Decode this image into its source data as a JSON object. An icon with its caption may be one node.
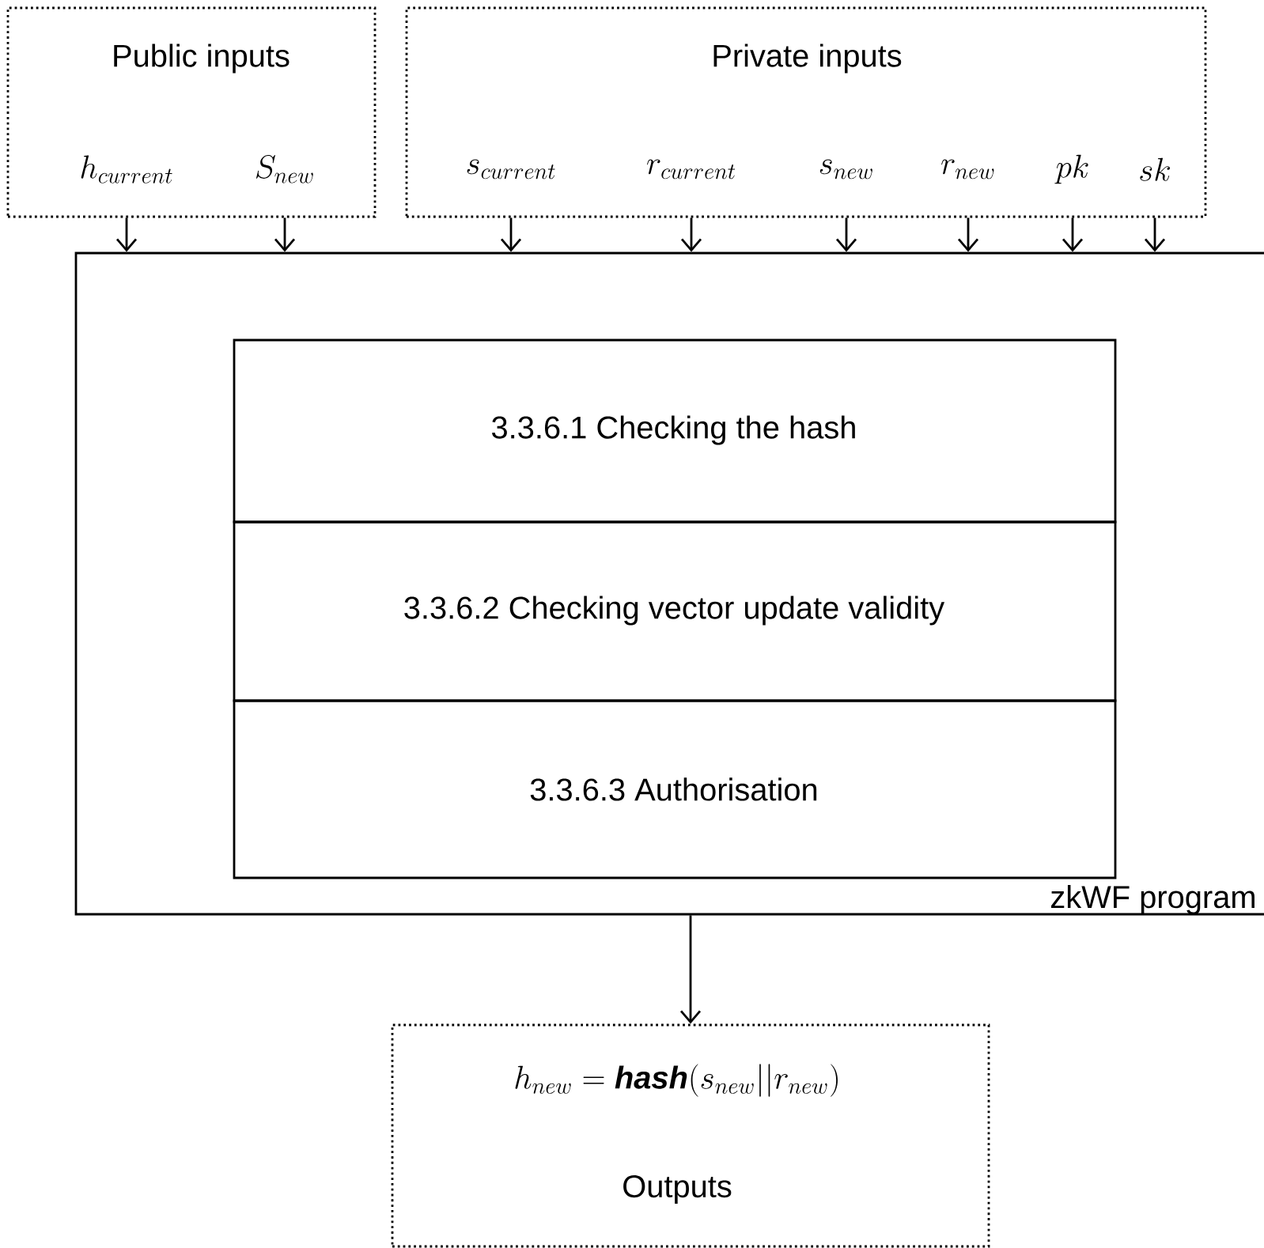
{
  "diagram": {
    "nodes": [
      {
        "text": [
          "Public inputs"
        ]
      },
      {
        "text": [
          "h_{current}"
        ],
        "in": 0
      },
      {
        "text": [
          "S_{new}"
        ],
        "in": 0
      },
      {
        "text": [
          "Private inputs"
        ]
      },
      {
        "text": [
          "s_{current}"
        ],
        "in": 3
      },
      {
        "text": [
          "r_{current}"
        ],
        "in": 3
      },
      {
        "text": [
          "s_{new}"
        ],
        "in": 3
      },
      {
        "text": [
          "r_{new}"
        ],
        "in": 3
      },
      {
        "text": [
          "pk"
        ],
        "in": 3
      },
      {
        "text": [
          "sk"
        ],
        "in": 3
      },
      {
        "text": [
          "zkWF program"
        ]
      },
      {
        "text": [
          "3.3.6.1 Checking the hash"
        ],
        "in": 10
      },
      {
        "text": [
          "3.3.6.2 Checking vector update validity"
        ],
        "in": 10
      },
      {
        "text": [
          "3.3.6.3 Authorisation"
        ],
        "in": 10
      },
      {
        "text": [
          "h_{new} = \\textbf{\\textit{hash}}(s_{new}||r_{new})",
          "Outputs"
        ]
      }
    ],
    "edges": [
      {
        "from": 1,
        "to": 10,
        "arrow": "to"
      },
      {
        "from": 2,
        "to": 10,
        "arrow": "to"
      },
      {
        "from": 4,
        "to": 10,
        "arrow": "to"
      },
      {
        "from": 5,
        "to": 10,
        "arrow": "to"
      },
      {
        "from": 6,
        "to": 10,
        "arrow": "to"
      },
      {
        "from": 7,
        "to": 10,
        "arrow": "to"
      },
      {
        "from": 8,
        "to": 10,
        "arrow": "to"
      },
      {
        "from": 9,
        "to": 10,
        "arrow": "to"
      },
      {
        "from": 10,
        "to": 14,
        "arrow": "to"
      }
    ]
  }
}
